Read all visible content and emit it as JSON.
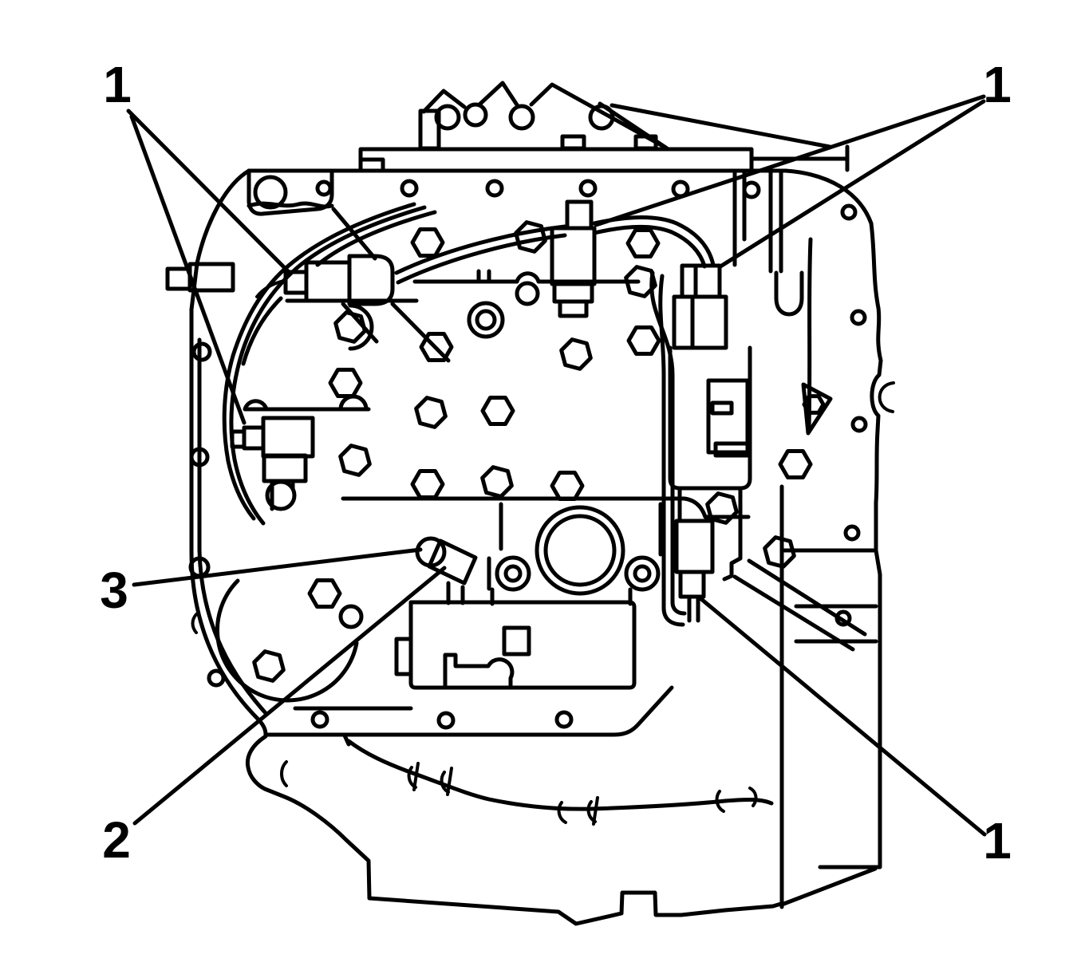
{
  "figure": {
    "background_color": "#ffffff",
    "line_color": "#000000",
    "description_visible_text_only": true,
    "callouts": [
      {
        "label": "1",
        "position": "upper-left"
      },
      {
        "label": "1",
        "position": "upper-right"
      },
      {
        "label": "3",
        "position": "middle-left"
      },
      {
        "label": "2",
        "position": "lower-left"
      },
      {
        "label": "1",
        "position": "lower-right"
      }
    ]
  }
}
